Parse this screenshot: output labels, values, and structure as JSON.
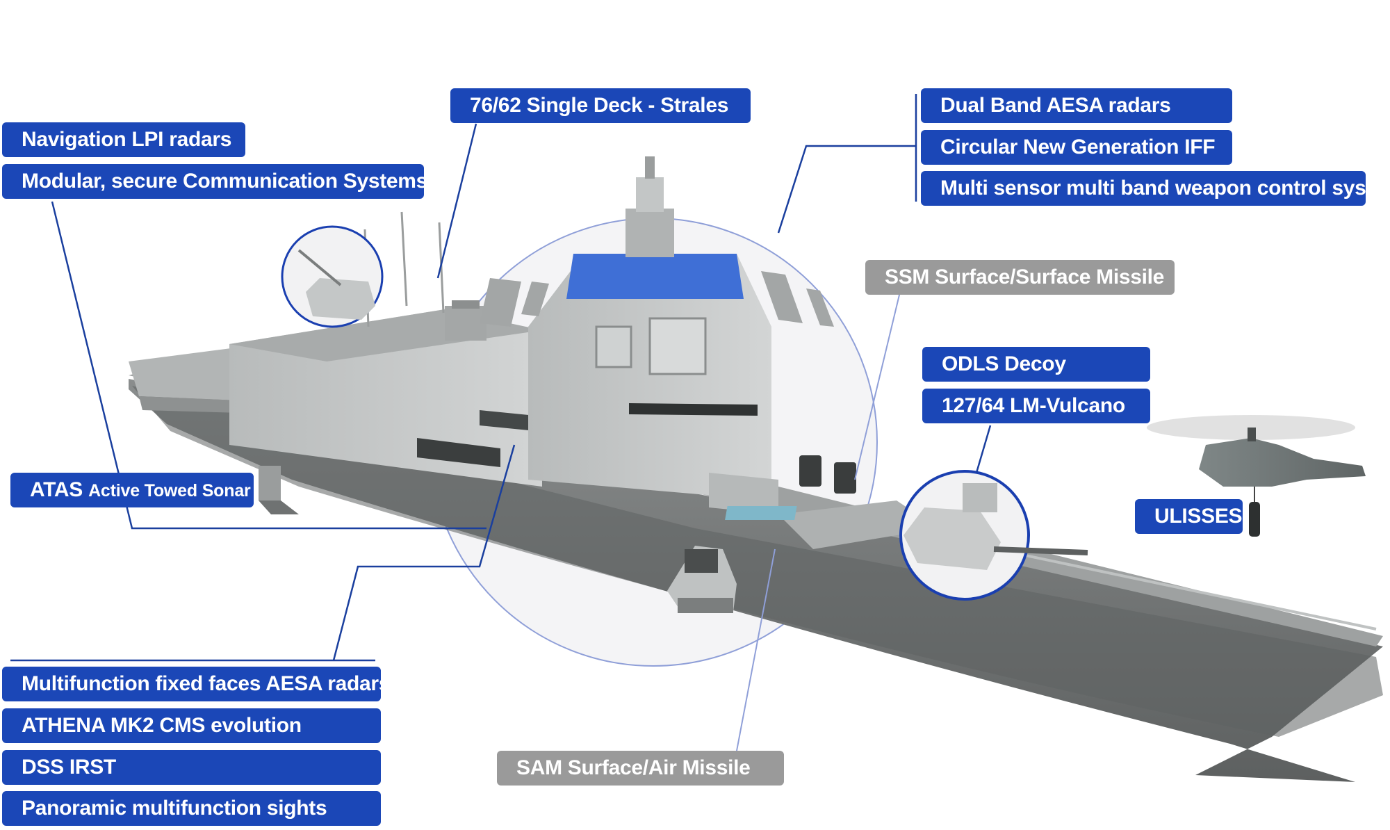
{
  "colors": {
    "label_blue": "#1b47b7",
    "label_grey": "#9a9a9a",
    "leader_blue": "#1a3f9e",
    "circle_blue": "#1a3fb0",
    "hull_dark": "#6b6e6e",
    "superstructure": "#c4c7c7",
    "radar_face": "#3f6fd6"
  },
  "labels": {
    "strales": "76/62 Single Deck - Strales",
    "nav_radar": "Navigation LPI radars",
    "comms": "Modular, secure Communication Systems",
    "aesa_dual": "Dual Band AESA radars",
    "iff": "Circular New Generation IFF",
    "weapon_ctrl": "Multi sensor multi band weapon control systems",
    "ssm": "SSM Surface/Surface Missile",
    "odls": "ODLS Decoy",
    "vulcano": "127/64 LM-Vulcano",
    "atas_main": "ATAS",
    "atas_sub": "Active Towed Sonar",
    "ulisses": "ULISSES",
    "mf_aesa": "Multifunction fixed faces AESA radars",
    "athena": "ATHENA MK2 CMS evolution",
    "irst": "DSS IRST",
    "sights": "Panoramic multifunction sights",
    "sam": "SAM Surface/Air Missile"
  },
  "icons": [
    "ship-illustration",
    "helicopter-icon",
    "sonar-icon",
    "missile-launcher-icon",
    "gun-turret-icon"
  ]
}
